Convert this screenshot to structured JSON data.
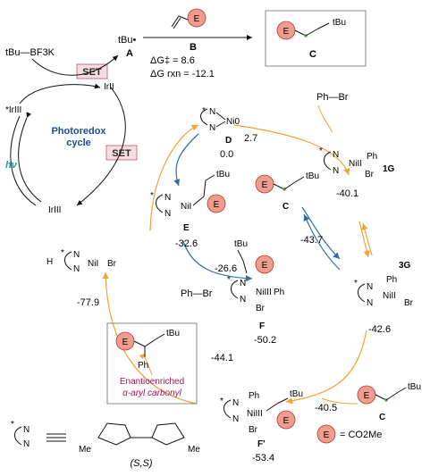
{
  "colors": {
    "orange": "#f4a033",
    "blue": "#2e6ea6",
    "circle_fill": "#ee9c8e",
    "circle_stroke": "#b53a2b",
    "set_fill": "#f6dde1",
    "set_stroke": "#c94f6a",
    "green": "#52b04b",
    "product_text": "#a2135a",
    "photoredox_text": "#1f4e8c",
    "hv": "#1aa3a3"
  },
  "reagents": {
    "tBuBF3K": "tBu—BF3K",
    "radical": "tBu•",
    "label_A": "A",
    "alkene_label_B": "B",
    "dG_act": "ΔG‡ = 8.6",
    "dG_rxn": "ΔG rxn = -12.1",
    "label_C_top": "C",
    "set_top": "SET",
    "set_mid": "SET"
  },
  "photoredox": {
    "title_line1": "Photoredox",
    "title_line2": "cycle",
    "star_irIII": "*IrIII",
    "irII": "IrII",
    "irIII": "IrIII",
    "hv": "hν"
  },
  "species": {
    "D": {
      "label": "D",
      "metal": "Ni0",
      "energy": "0.0"
    },
    "oneG": {
      "label": "1G",
      "metal": "NiII",
      "energy": "-40.1",
      "ph": "Ph",
      "br": "Br"
    },
    "threeG": {
      "label": "3G",
      "metal": "NiII",
      "energy": "-42.6",
      "ph": "Ph",
      "br": "Br"
    },
    "E": {
      "label": "E",
      "metal": "NiI",
      "energy": "-32.6",
      "tbu": "tBu"
    },
    "F": {
      "label": "F",
      "metal": "NiIII",
      "energy": "-50.2",
      "ph": "Ph",
      "br": "Br",
      "tbu": "tBu"
    },
    "Fp": {
      "label": "F'",
      "metal": "NiIII",
      "energy": "-53.4",
      "ph": "Ph",
      "br": "Br",
      "tbu": "tBu"
    },
    "NiBr": {
      "h": "H",
      "metal": "NiI",
      "br": "Br",
      "energy": "-77.9"
    }
  },
  "edges": {
    "ts_2_7": "2.7",
    "ts_43_7": "-43.7",
    "ts_26_6": "-26.6",
    "ts_40_5": "-40.5",
    "ts_44_1": "-44.1",
    "phbr_top": "Ph—Br",
    "phbr_mid": "Ph—Br"
  },
  "product": {
    "line1": "Enantioenriched",
    "line2": "α-aryl carbonyl",
    "ph": "Ph",
    "tbu": "tBu"
  },
  "legend": {
    "E_eq": "= CO2Me",
    "ligand_stereo": "(S,S)",
    "me_left": "Me",
    "me_right": "Me",
    "E_letter": "E"
  },
  "labels": {
    "radical_C_mid": "C",
    "radical_C_bottom": "C"
  }
}
